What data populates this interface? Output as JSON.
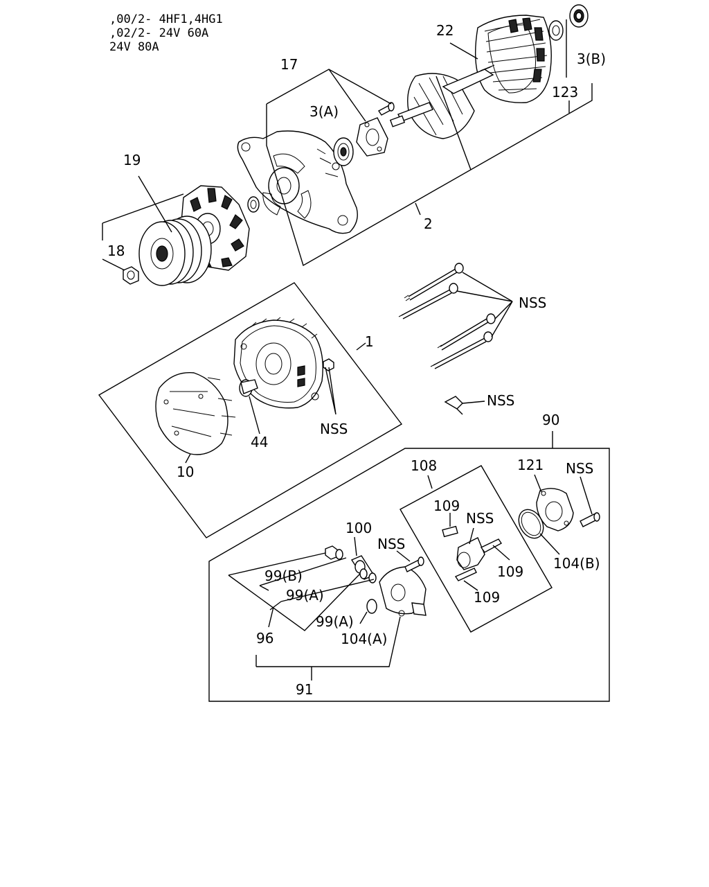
{
  "header": {
    "line1": ",00/2- 4HF1,4HG1",
    "line2": ",02/2- 24V 60A",
    "line3": "24V 80A"
  },
  "callouts": {
    "c22": "22",
    "c3b": "3(B)",
    "c123": "123",
    "c17": "17",
    "c3a": "3(A)",
    "c19": "19",
    "c2": "2",
    "c18": "18",
    "nss_bolts": "NSS",
    "c1": "1",
    "nss_bracket": "NSS",
    "nss_frame": "NSS",
    "c44": "44",
    "c10": "10",
    "c90": "90",
    "c108": "108",
    "c121": "121",
    "nss_cover": "NSS",
    "c109a": "109",
    "nss_brush": "NSS",
    "c100": "100",
    "nss_regulator": "NSS",
    "c104b": "104(B)",
    "c99b": "99(B)",
    "c109b": "109",
    "c99a_1": "99(A)",
    "c109c": "109",
    "c99a_2": "99(A)",
    "c104a": "104(A)",
    "c96": "96",
    "c91": "91"
  }
}
